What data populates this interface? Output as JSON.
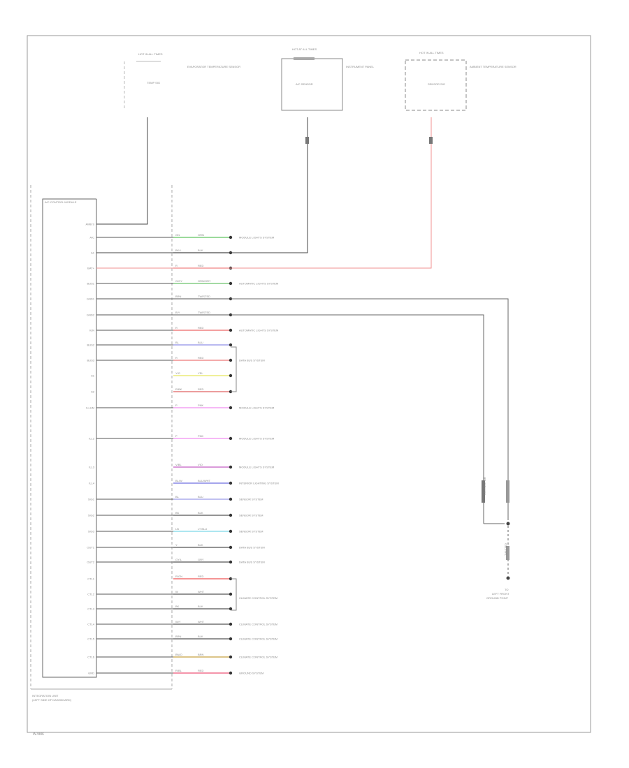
{
  "page": {
    "footer_code": "W7886"
  },
  "sensors": [
    {
      "id": "left",
      "note": "HOT IN ALL TIMES",
      "name": "EVAPORATOR TEMPERATURE SENSOR",
      "pin_text": "TEMP SIG"
    },
    {
      "id": "center",
      "note": "HOT AT ALL TIMES",
      "name": "INSTRUMENT PANEL",
      "pin_text": "A/C SENSOR"
    },
    {
      "id": "right",
      "note": "HOT IN ALL TIMES",
      "name": "AMBIENT TEMPERATURE SENSOR",
      "pin_text": "SENSOR SIG"
    }
  ],
  "module": {
    "title": "A/C CONTROL MODULE",
    "caption_line1": "INTEGRATION UNIT",
    "caption_line2": "(LEFT SIDE OF DASHBOARD)"
  },
  "pins": [
    {
      "id": "p1",
      "label": "AMB S"
    },
    {
      "id": "p2",
      "label": "A/C"
    },
    {
      "id": "p3",
      "label": "A1"
    },
    {
      "id": "p4",
      "label": "BAT+"
    },
    {
      "id": "p5",
      "label": "BUS1"
    },
    {
      "id": "p6",
      "label": "GND1"
    },
    {
      "id": "p7",
      "label": "GND2"
    },
    {
      "id": "p8",
      "label": "IGN"
    },
    {
      "id": "p9",
      "label": "BUS2"
    },
    {
      "id": "p10",
      "label": "BUS3"
    },
    {
      "id": "p11",
      "label": "S1"
    },
    {
      "id": "p12",
      "label": "S2"
    },
    {
      "id": "p13",
      "label": "ILLUM"
    },
    {
      "id": "p14",
      "label": "ILL2"
    },
    {
      "id": "p15",
      "label": "ILL3"
    },
    {
      "id": "p16",
      "label": "ILL4"
    },
    {
      "id": "p17",
      "label": "SIG1"
    },
    {
      "id": "p18",
      "label": "SIG2"
    },
    {
      "id": "p19",
      "label": "SIG3"
    },
    {
      "id": "p20",
      "label": "OUT1"
    },
    {
      "id": "p21",
      "label": "OUT2"
    },
    {
      "id": "p22",
      "label": "CTL1"
    },
    {
      "id": "p23",
      "label": "CTL2"
    },
    {
      "id": "p24",
      "label": "CTL3"
    },
    {
      "id": "p25",
      "label": "CTL4"
    },
    {
      "id": "p26",
      "label": "CTL5"
    },
    {
      "id": "p27",
      "label": "CTL6"
    },
    {
      "id": "p28",
      "label": "GND"
    }
  ],
  "wires": [
    {
      "id": "w1",
      "code": "GN",
      "color_name": "GRN",
      "color": "#5fc35f",
      "dest": "MODULE LIGHTS SYSTEM"
    },
    {
      "id": "w2",
      "code": "BK/L",
      "color_name": "BLK",
      "color": "#555555",
      "dest": ""
    },
    {
      "id": "w3",
      "code": "R",
      "color_name": "RED",
      "color": "#ee5555",
      "dest": ""
    },
    {
      "id": "w4",
      "code": "G/GY",
      "color_name": "GRN/GRY",
      "color": "#6cc36c",
      "dest": "AUTOMATIC LIGHTS SYSTEM"
    },
    {
      "id": "w5",
      "code": "BRN",
      "color_name": "TWISTED",
      "color": "#777777",
      "dest": ""
    },
    {
      "id": "w6",
      "code": "B/Y",
      "color_name": "TWISTED",
      "color": "#777777",
      "dest": ""
    },
    {
      "id": "w7",
      "code": "R",
      "color_name": "RED",
      "color": "#ee6666",
      "dest": "AUTOMATIC LIGHTS SYSTEM"
    },
    {
      "id": "w8",
      "code": "BL",
      "color_name": "BLU",
      "color": "#8f8fe6",
      "dest": ""
    },
    {
      "id": "w9",
      "code": "R",
      "color_name": "RED",
      "color": "#ee7777",
      "dest": "DATA BUS SYSTEM"
    },
    {
      "id": "w10",
      "code": "Y/G",
      "color_name": "YEL",
      "color": "#e6e65c",
      "dest": ""
    },
    {
      "id": "w11",
      "code": "R/BK",
      "color_name": "RED",
      "color": "#e06060",
      "dest": ""
    },
    {
      "id": "w12",
      "code": "P",
      "color_name": "PNK",
      "color": "#f08ff0",
      "dest": "MODULE LIGHTS SYSTEM"
    },
    {
      "id": "w13",
      "code": "P",
      "color_name": "PNK",
      "color": "#f08ff0",
      "dest": "MODULE LIGHTS SYSTEM"
    },
    {
      "id": "w14",
      "code": "V/BL",
      "color_name": "VIO",
      "color": "#c45ec4",
      "dest": "MODULE LIGHTS SYSTEM"
    },
    {
      "id": "w15",
      "code": "BL/W",
      "color_name": "BLU/WHT",
      "color": "#6e6ee0",
      "dest": "INTERIOR LIGHTING SYSTEM"
    },
    {
      "id": "w16",
      "code": "BL",
      "color_name": "BLU",
      "color": "#9a9ae8",
      "dest": "SENSOR SYSTEM"
    },
    {
      "id": "w17",
      "code": "BK",
      "color_name": "BLK",
      "color": "#555555",
      "dest": "SENSOR SYSTEM"
    },
    {
      "id": "w18",
      "code": "LB",
      "color_name": "LT BLU",
      "color": "#7ad8e6",
      "dest": "SENSOR SYSTEM"
    },
    {
      "id": "w19",
      "code": "Y",
      "color_name": "BLK",
      "color": "#555555",
      "dest": "DATA BUS SYSTEM"
    },
    {
      "id": "w20",
      "code": "GY/L",
      "color_name": "GRY",
      "color": "#555555",
      "dest": "DATA BUS SYSTEM"
    },
    {
      "id": "w21",
      "code": "R/GN",
      "color_name": "RED",
      "color": "#ee5555",
      "dest": ""
    },
    {
      "id": "w22",
      "code": "W",
      "color_name": "WHT",
      "color": "#555555",
      "dest": ""
    },
    {
      "id": "w23",
      "code": "BK",
      "color_name": "BLK",
      "color": "#555555",
      "dest": ""
    },
    {
      "id": "w24",
      "code": "W/Y",
      "color_name": "WHT",
      "color": "#555555",
      "dest": "CLIMATE CONTROL SYSTEM"
    },
    {
      "id": "w25",
      "code": "BRN",
      "color_name": "BLK",
      "color": "#555555",
      "dest": "CLIMATE CONTROL SYSTEM"
    },
    {
      "id": "w26",
      "code": "BN/O",
      "color_name": "BRN",
      "color": "#c8a040",
      "dest": "CLIMATE CONTROL SYSTEM"
    },
    {
      "id": "w27",
      "code": "R/BL",
      "color_name": "RED",
      "color": "#ee5577",
      "dest": "GROUND SYSTEM"
    }
  ],
  "group_label": "CLIMATE CONTROL SYSTEM",
  "ground": {
    "conn_a": "CONNECTOR",
    "conn_b": "SHIELD",
    "stub": "TWISTED",
    "label_line1": "TO",
    "label_line2": "LEFT FRONT",
    "label_line3": "GROUND POINT"
  }
}
